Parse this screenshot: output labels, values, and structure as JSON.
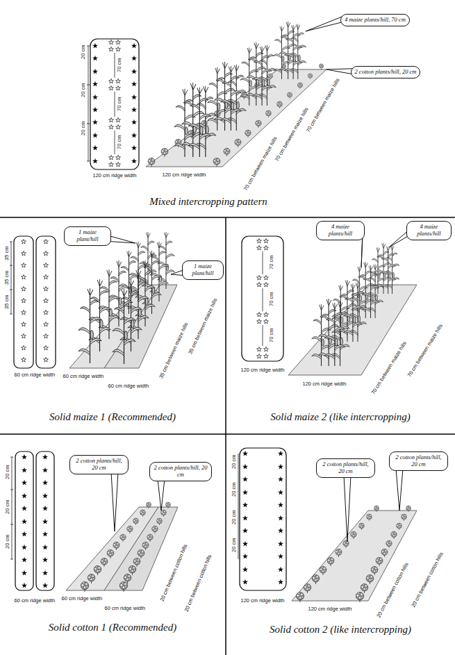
{
  "diagram": {
    "nodes": [
      {
        "text": [
          "Mixed intercropping pattern"
        ]
      },
      {
        "text": [
          "4 maize plants/hill, 70 cm"
        ],
        "in": 0
      },
      {
        "text": [
          "2 cotton plants/hill, 20 cm"
        ],
        "in": 0
      },
      {
        "text": [
          "Solid maize 1 (Recommended)"
        ]
      },
      {
        "text": [
          "1 maize plant/hill"
        ],
        "in": 3
      },
      {
        "text": [
          "1 maize plant/hill"
        ],
        "in": 3
      },
      {
        "text": [
          "Solid maize 2 (like intercropping)"
        ]
      },
      {
        "text": [
          "4 maize plants/hill"
        ],
        "in": 6
      },
      {
        "text": [
          "4 maize plants/hill"
        ],
        "in": 6
      },
      {
        "text": [
          "Solid cotton 1 (Recommended)"
        ]
      },
      {
        "text": [
          "2 cotton plants/hill, 20 cm"
        ],
        "in": 9
      },
      {
        "text": [
          "2 cotton plants/hill, 20 cm"
        ],
        "in": 9
      },
      {
        "text": [
          "Solid cotton 2 (like intercropping)"
        ]
      },
      {
        "text": [
          "2 cotton plants/hill, 20 cm"
        ],
        "in": 12
      },
      {
        "text": [
          "2 cotton plants/hill, 20 cm"
        ],
        "in": 12
      }
    ],
    "labels": [
      "20 cm",
      "20 cm",
      "20 cm",
      "70 cm",
      "70 cm",
      "70 cm",
      "120 cm ridge width",
      "120 cm ridge width",
      "70 cm between maize hills",
      "70 cm between maize hills",
      "70 cm between maize hills",
      "35 cm",
      "35 cm",
      "35 cm",
      "60 cm ridge width",
      "60 cm ridge width",
      "60 cm ridge width",
      "35 cm between maize hills",
      "35 cm between maize hills",
      "70 cm",
      "70 cm",
      "70 cm",
      "120 cm ridge width",
      "120 cm ridge width",
      "70 cm between maize hills",
      "70 cm between maize hills",
      "20 cm",
      "20 cm",
      "20 cm",
      "60 cm ridge width",
      "60 cm ridge width",
      "60 cm ridge width",
      "20 cm between cotton hills",
      "20 cm between cotton hills",
      "20 cm",
      "20 cm",
      "20 cm",
      "20 cm",
      "120 cm ridge width",
      "120 cm ridge width",
      "20 cm between cotton hills",
      "20 cm between cotton hills"
    ]
  }
}
